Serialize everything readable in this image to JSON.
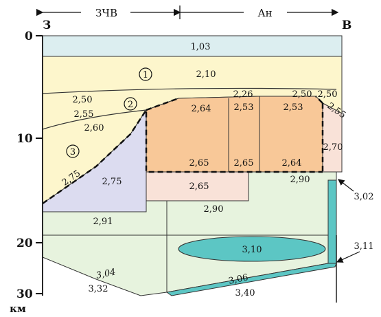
{
  "header": {
    "left_zone": "ЗЧВ",
    "right_zone": "Ан",
    "west": "З",
    "east": "В"
  },
  "axis": {
    "ticks": [
      "0",
      "10",
      "20",
      "30"
    ],
    "unit": "км"
  },
  "circled_numbers": [
    "1",
    "2",
    "3"
  ],
  "values": {
    "v_1_03": "1,03",
    "v_2_10": "2,10",
    "v_2_50_l": "2,50",
    "v_2_55_l": "2,55",
    "v_2_60": "2,60",
    "v_2_26": "2,26",
    "v_2_50_m": "2,50",
    "v_2_50_r": "2,50",
    "v_2_55_r": "2,55",
    "v_2_64_top": "2,64",
    "v_2_53_a": "2,53",
    "v_2_53_b": "2,53",
    "v_2_70": "2,70",
    "v_2_65_a": "2,65",
    "v_2_65_b": "2,65",
    "v_2_64_bot": "2,64",
    "v_2_90_r": "2,90",
    "v_2_75_edge": "2,75",
    "v_2_75": "2,75",
    "v_2_65_c": "2,65",
    "v_3_02": "3,02",
    "v_2_91": "2,91",
    "v_2_90_m": "2,90",
    "v_3_10": "3,10",
    "v_3_11": "3,11",
    "v_3_04": "3,04",
    "v_3_32": "3,32",
    "v_3_06": "3,06",
    "v_3_40": "3,40"
  },
  "colors": {
    "water": "#dceef0",
    "upper": "#fdf6cc",
    "orange": "#f8c898",
    "pink": "#f9e2d8",
    "lavender": "#dcdcf0",
    "green": "#e7f3de",
    "teal": "#5cc6c4"
  }
}
